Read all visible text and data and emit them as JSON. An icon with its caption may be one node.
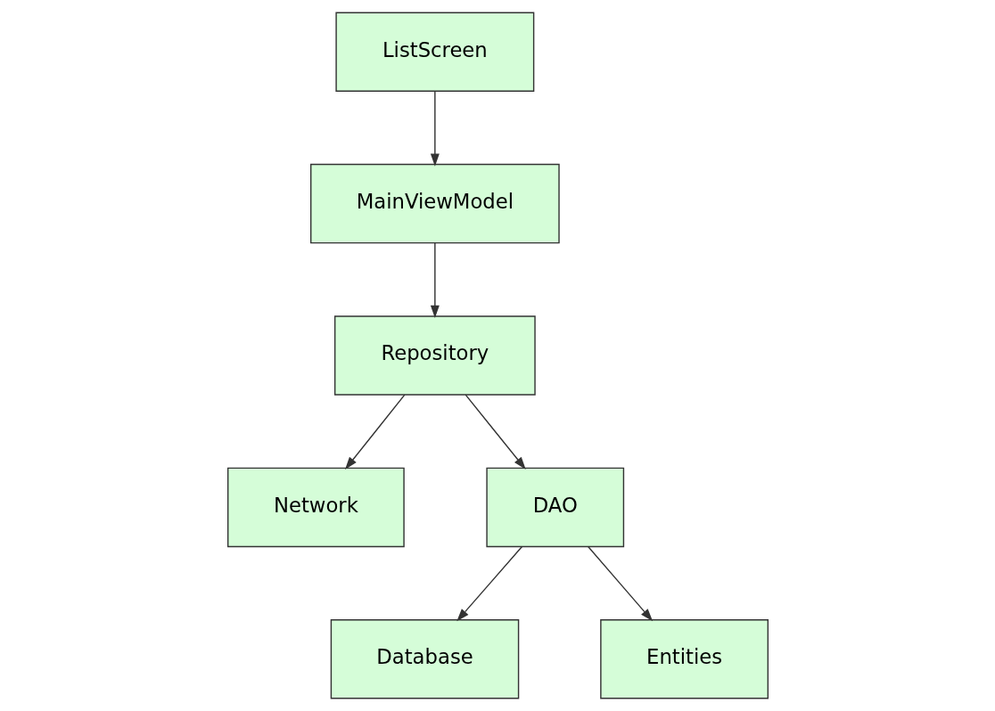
{
  "diagram": {
    "nodes": [
      {
        "text": [
          "ListScreen"
        ]
      },
      {
        "text": [
          "MainViewModel"
        ]
      },
      {
        "text": [
          "Repository"
        ]
      },
      {
        "text": [
          "Network"
        ]
      },
      {
        "text": [
          "DAO"
        ]
      },
      {
        "text": [
          "Database"
        ]
      },
      {
        "text": [
          "Entities"
        ]
      }
    ],
    "edges": [
      {
        "from": 0,
        "to": 1,
        "arrow": "to"
      },
      {
        "from": 1,
        "to": 2,
        "arrow": "to"
      },
      {
        "from": 2,
        "to": 3,
        "arrow": "to"
      },
      {
        "from": 2,
        "to": 4,
        "arrow": "to"
      },
      {
        "from": 4,
        "to": 5,
        "arrow": "to"
      },
      {
        "from": 4,
        "to": 6,
        "arrow": "to"
      }
    ]
  }
}
